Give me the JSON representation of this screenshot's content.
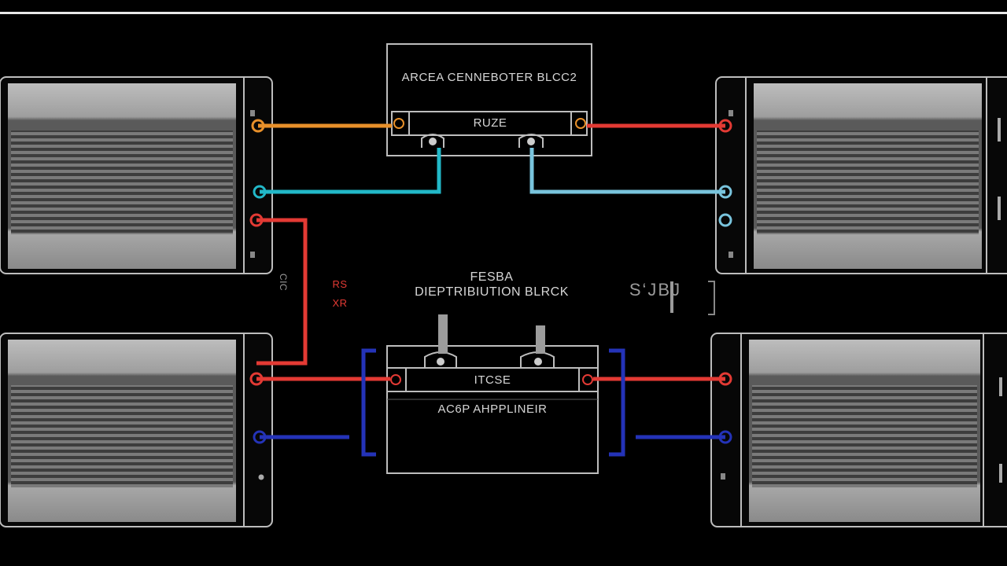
{
  "top_block": {
    "title": "ARCEA CENNEBOTER BLCC2",
    "fuse_label": "RUZE"
  },
  "middle": {
    "line1": "FESBA",
    "line2": "DIEPTRIBIUTION BLRCK"
  },
  "bottom_block": {
    "fuse_label": "ITCSE",
    "title": "AC6P AHPPLINEIR"
  },
  "left_marks": {
    "a": "CIC",
    "b": "RS",
    "c": "XR"
  },
  "right_mark": "S‘JBJ",
  "colors": {
    "background": "#000000",
    "outline": "#bdbdbd",
    "wire_orange": "#e8902a",
    "wire_red": "#e33a34",
    "wire_cyan": "#22b8c8",
    "wire_light_blue": "#79c4dd",
    "wire_blue": "#2433b8",
    "amp_body": "#8c8c8c"
  }
}
